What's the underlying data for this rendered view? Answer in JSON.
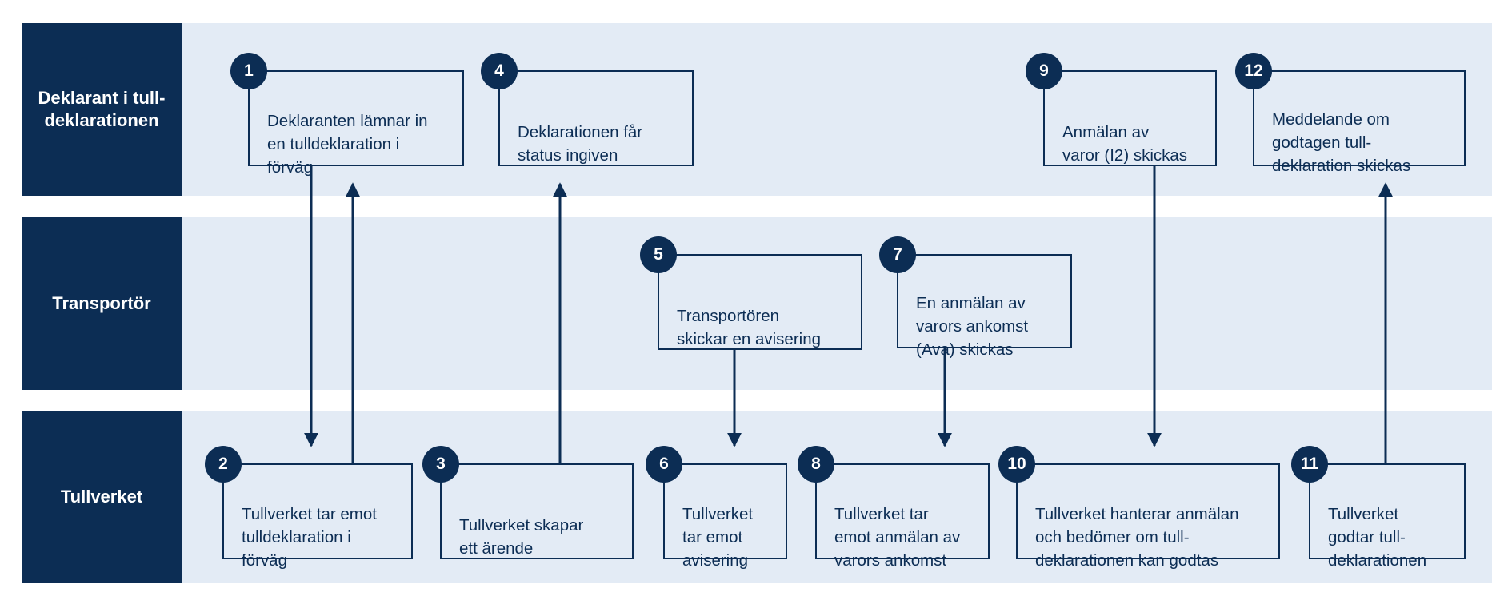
{
  "colors": {
    "navy": "#0c2d54",
    "lane_background": "#e3ebf5",
    "page_background": "#ffffff"
  },
  "lanes": [
    {
      "id": "deklarant",
      "label": "Deklarant  i tull-\ndeklarationen"
    },
    {
      "id": "transportor",
      "label": "Transportör"
    },
    {
      "id": "tullverket",
      "label": "Tullverket"
    }
  ],
  "steps": [
    {
      "num": "1",
      "lane": "deklarant",
      "text": "Deklaranten lämnar in\nen tulldeklaration i\nförväg"
    },
    {
      "num": "2",
      "lane": "tullverket",
      "text": "Tullverket tar emot\ntulldeklaration i\nförväg"
    },
    {
      "num": "3",
      "lane": "tullverket",
      "text": "Tullverket skapar\nett ärende"
    },
    {
      "num": "4",
      "lane": "deklarant",
      "text": "Deklarationen får\nstatus ingiven"
    },
    {
      "num": "5",
      "lane": "transportor",
      "text": "Transportören\nskickar en avisering"
    },
    {
      "num": "6",
      "lane": "tullverket",
      "text": "Tullverket\ntar emot\navisering"
    },
    {
      "num": "7",
      "lane": "transportor",
      "text": "En anmälan av\nvarors ankomst\n(Ava) skickas"
    },
    {
      "num": "8",
      "lane": "tullverket",
      "text": "Tullverket tar\nemot anmälan av\nvarors ankomst"
    },
    {
      "num": "9",
      "lane": "deklarant",
      "text": "Anmälan av\nvaror (I2) skickas"
    },
    {
      "num": "10",
      "lane": "tullverket",
      "text": "Tullverket hanterar anmälan\noch bedömer om tull-\ndeklarationen kan godtas"
    },
    {
      "num": "11",
      "lane": "tullverket",
      "text": "Tullverket\ngodtar tull-\ndeklarationen"
    },
    {
      "num": "12",
      "lane": "deklarant",
      "text": "Meddelande om\ngodtagen tull-\ndeklaration skickas"
    }
  ],
  "flows": [
    {
      "from": "1",
      "to": "2"
    },
    {
      "from": "2",
      "to": "1"
    },
    {
      "from": "3",
      "to": "4"
    },
    {
      "from": "5",
      "to": "6"
    },
    {
      "from": "7",
      "to": "8"
    },
    {
      "from": "9",
      "to": "10"
    },
    {
      "from": "11",
      "to": "12"
    }
  ]
}
